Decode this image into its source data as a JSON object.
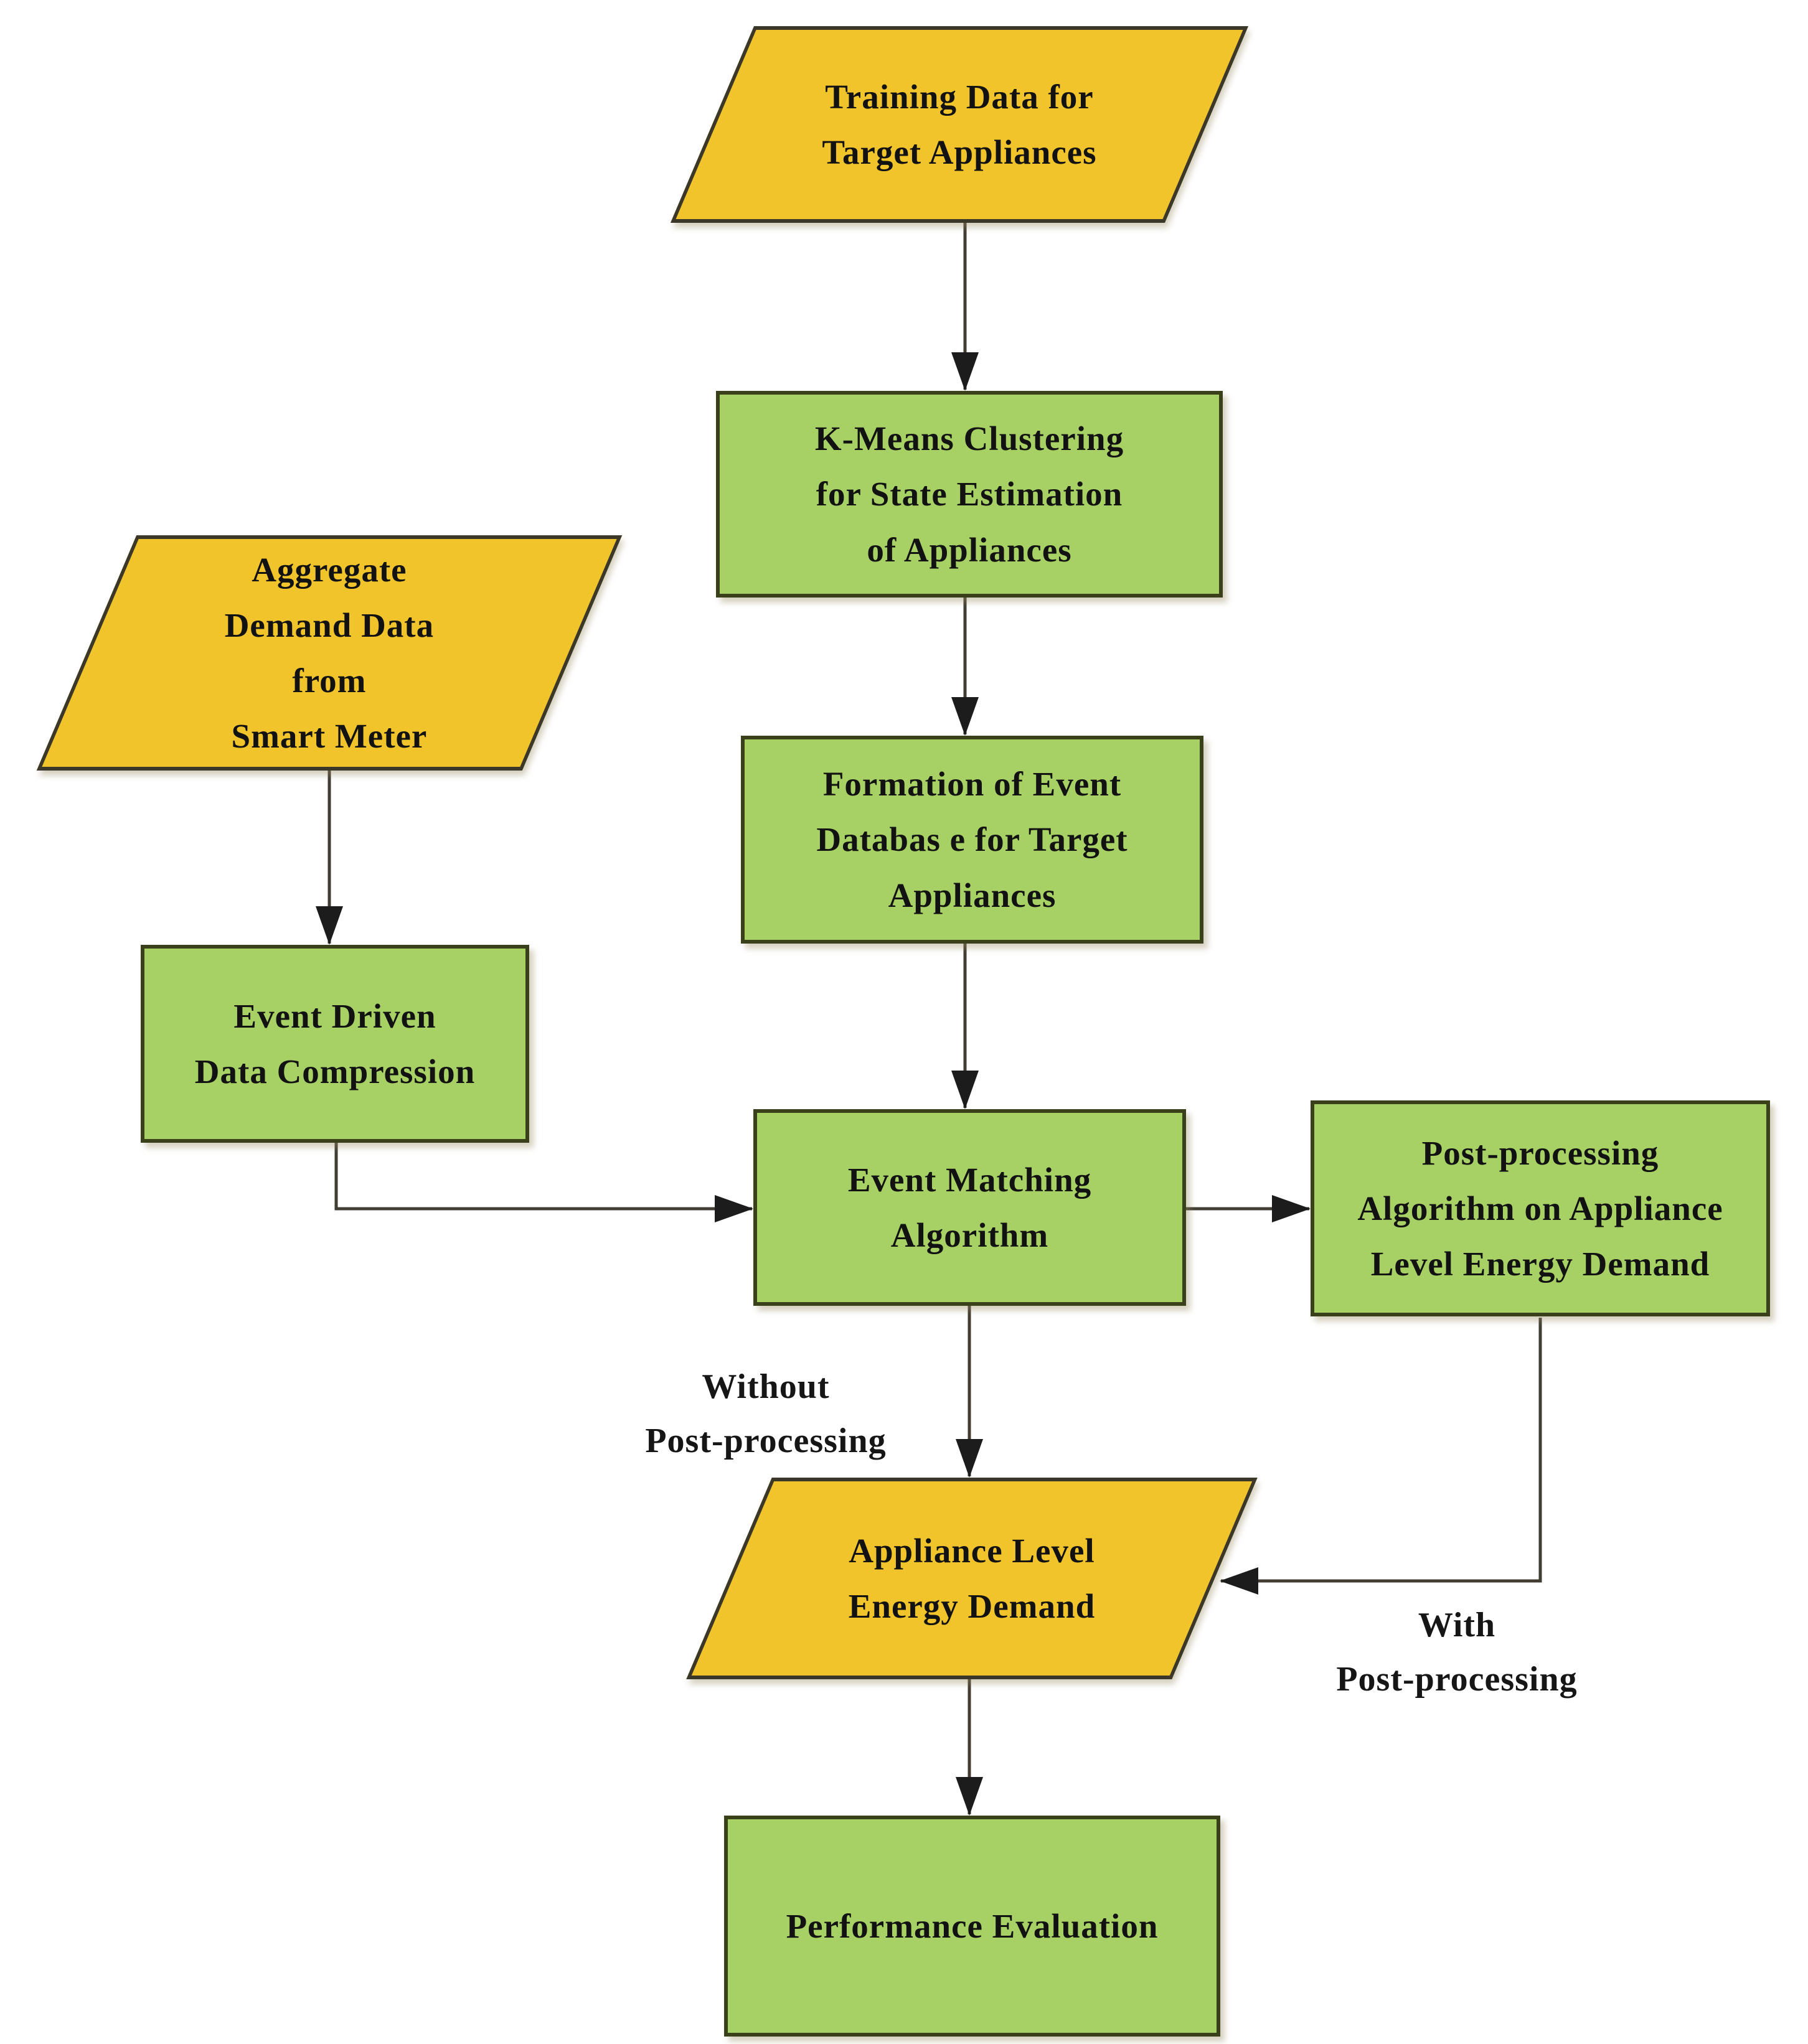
{
  "diagram": {
    "type": "flowchart",
    "background": "#ffffff",
    "colors": {
      "input_node_fill": "#f0c42a",
      "input_node_border": "#3b382a",
      "process_node_fill": "#a7d164",
      "process_node_border": "#39401a",
      "connector": "#423d33",
      "arrowhead": "#1c1c1c",
      "text": "#121212"
    },
    "nodes": {
      "training_data": {
        "shape": "parallelogram-input",
        "lines": [
          "Training Data for",
          "Target Appliances"
        ]
      },
      "kmeans": {
        "shape": "process-rect",
        "lines": [
          "K-Means Clustering",
          "for State Estimation",
          "of Appliances"
        ]
      },
      "aggregate_demand": {
        "shape": "parallelogram-input",
        "lines": [
          "Aggregate",
          "Demand Data",
          "from",
          "Smart Meter"
        ]
      },
      "formation": {
        "shape": "process-rect",
        "lines": [
          "Formation of Event",
          "Databas e for Target",
          "Appliances"
        ]
      },
      "event_driven": {
        "shape": "process-rect",
        "lines": [
          "Event Driven",
          "Data Compression"
        ]
      },
      "event_matching": {
        "shape": "process-rect",
        "lines": [
          "Event Matching",
          "Algorithm"
        ]
      },
      "post_processing": {
        "shape": "process-rect",
        "lines": [
          "Post-processing",
          "Algorithm on Appliance",
          "Level Energy Demand"
        ]
      },
      "appliance_level": {
        "shape": "parallelogram-input",
        "lines": [
          "Appliance Level",
          "Energy Demand"
        ]
      },
      "performance": {
        "shape": "process-rect",
        "lines": [
          "Performance Evaluation"
        ]
      }
    },
    "edge_labels": {
      "without_post_processing": {
        "lines": [
          "Without",
          "Post-processing"
        ]
      },
      "with_post_processing": {
        "lines": [
          "With",
          "Post-processing"
        ]
      }
    },
    "edges": [
      {
        "from": "training_data",
        "to": "kmeans"
      },
      {
        "from": "kmeans",
        "to": "formation"
      },
      {
        "from": "formation",
        "to": "event_matching"
      },
      {
        "from": "aggregate_demand",
        "to": "event_driven"
      },
      {
        "from": "event_driven",
        "to": "event_matching"
      },
      {
        "from": "event_matching",
        "to": "post_processing"
      },
      {
        "from": "event_matching",
        "to": "appliance_level",
        "label": "Without Post-processing"
      },
      {
        "from": "post_processing",
        "to": "appliance_level",
        "label": "With Post-processing"
      },
      {
        "from": "appliance_level",
        "to": "performance"
      }
    ]
  }
}
